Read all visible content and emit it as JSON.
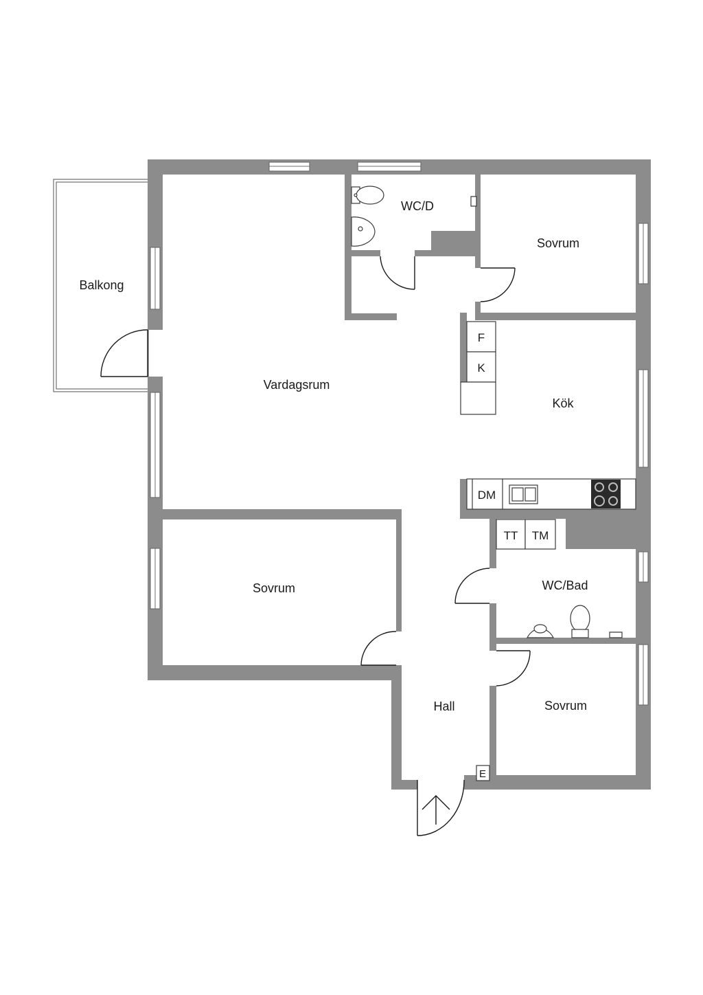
{
  "rooms": {
    "balkong": "Balkong",
    "vardagsrum": "Vardagsrum",
    "wc_d": "WC/D",
    "sovrum_top": "Sovrum",
    "kok": "Kök",
    "sovrum_left": "Sovrum",
    "wc_bad": "WC/Bad",
    "hall": "Hall",
    "sovrum_bottom": "Sovrum"
  },
  "appliances": {
    "freezer": "F",
    "fridge": "K",
    "dishwasher": "DM",
    "dryer": "TT",
    "washer": "TM",
    "electrical": "E"
  },
  "colors": {
    "wall": "#8c8c8c",
    "line": "#1a1a1a",
    "background": "#ffffff"
  }
}
